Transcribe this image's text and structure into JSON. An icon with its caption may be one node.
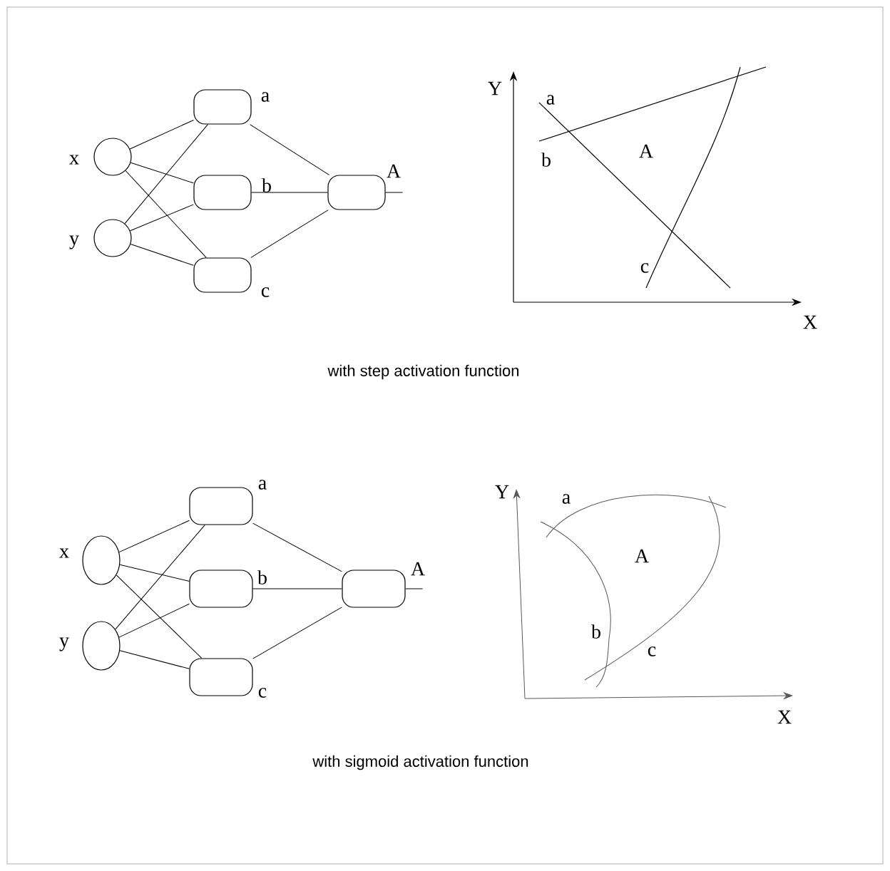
{
  "diagram": {
    "nodes": [
      {
        "text": [],
        "shape": "circle",
        "beside": [
          "x"
        ]
      },
      {
        "text": [],
        "shape": "circle",
        "beside": [
          "y"
        ]
      },
      {
        "text": [],
        "shape": "box",
        "beside": [
          "a"
        ]
      },
      {
        "text": [],
        "shape": "box",
        "beside": [
          "b"
        ]
      },
      {
        "text": [],
        "shape": "box",
        "beside": [
          "c"
        ]
      },
      {
        "text": [],
        "shape": "box",
        "beside": [
          "A"
        ]
      },
      {
        "text": [],
        "shape": "circle",
        "beside": [
          "x"
        ]
      },
      {
        "text": [],
        "shape": "circle",
        "beside": [
          "y"
        ]
      },
      {
        "text": [],
        "shape": "box",
        "beside": [
          "a"
        ]
      },
      {
        "text": [],
        "shape": "box",
        "beside": [
          "b"
        ]
      },
      {
        "text": [],
        "shape": "box",
        "beside": [
          "c"
        ]
      },
      {
        "text": [],
        "shape": "box",
        "beside": [
          "A"
        ]
      }
    ],
    "edges": [
      {
        "from": 0,
        "to": 2,
        "arrow": "none"
      },
      {
        "from": 0,
        "to": 3,
        "arrow": "none"
      },
      {
        "from": 0,
        "to": 4,
        "arrow": "none"
      },
      {
        "from": 1,
        "to": 2,
        "arrow": "none"
      },
      {
        "from": 1,
        "to": 3,
        "arrow": "none"
      },
      {
        "from": 1,
        "to": 4,
        "arrow": "none"
      },
      {
        "from": 2,
        "to": 5,
        "arrow": "none"
      },
      {
        "from": 3,
        "to": 5,
        "arrow": "none"
      },
      {
        "from": 4,
        "to": 5,
        "arrow": "none"
      },
      {
        "from": 5,
        "to": null,
        "arrow": "none"
      },
      {
        "from": 6,
        "to": 8,
        "arrow": "none"
      },
      {
        "from": 6,
        "to": 9,
        "arrow": "none"
      },
      {
        "from": 6,
        "to": 10,
        "arrow": "none"
      },
      {
        "from": 7,
        "to": 8,
        "arrow": "none"
      },
      {
        "from": 7,
        "to": 9,
        "arrow": "none"
      },
      {
        "from": 7,
        "to": 10,
        "arrow": "none"
      },
      {
        "from": 8,
        "to": 11,
        "arrow": "none"
      },
      {
        "from": 9,
        "to": 11,
        "arrow": "none"
      },
      {
        "from": 10,
        "to": 11,
        "arrow": "none"
      },
      {
        "from": 11,
        "to": null,
        "arrow": "none"
      }
    ],
    "labels": [
      "Y",
      "a",
      "b",
      "A",
      "c",
      "X",
      "with step activation function",
      "Y",
      "a",
      "A",
      "b",
      "c",
      "X",
      "with sigmoid activation function"
    ]
  }
}
